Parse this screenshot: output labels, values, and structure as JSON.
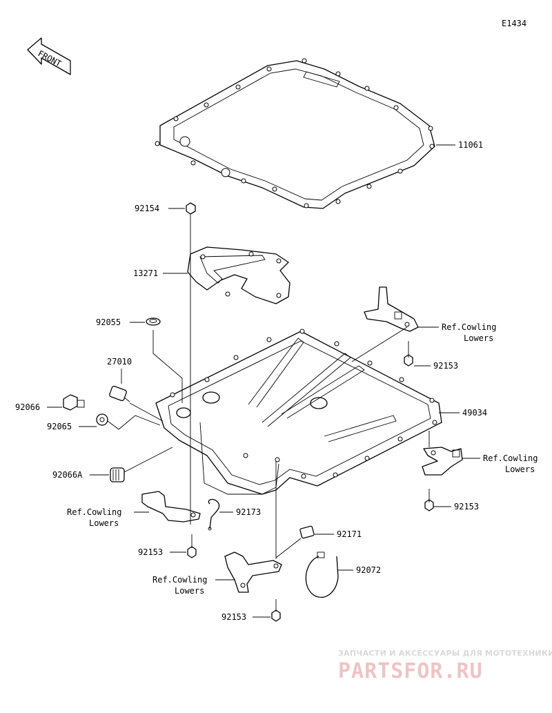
{
  "diagram_id": "E1434",
  "front_indicator": "FRONT",
  "parts": {
    "p11061": "11061",
    "p92154": "92154",
    "p13271": "13271",
    "p92055": "92055",
    "p27010": "27010",
    "p92066": "92066",
    "p92065": "92065",
    "p92066A": "92066A",
    "p49034": "49034",
    "p92153_a": "92153",
    "p92153_b": "92153",
    "p92153_c": "92153",
    "p92153_d": "92153",
    "p92173": "92173",
    "p92171": "92171",
    "p92072": "92072"
  },
  "refs": {
    "r1_line1": "Ref.Cowling",
    "r1_line2": "Lowers",
    "r2_line1": "Ref.Cowling",
    "r2_line2": "Lowers",
    "r3_line1": "Ref.Cowling",
    "r3_line2": "Lowers",
    "r4_line1": "Ref.Cowling",
    "r4_line2": "Lowers"
  },
  "watermark": {
    "tagline": "ЗАПЧАСТИ И АКСЕССУАРЫ ДЛЯ МОТОТЕХНИКИ",
    "brand": "PARTSFOR.RU"
  }
}
